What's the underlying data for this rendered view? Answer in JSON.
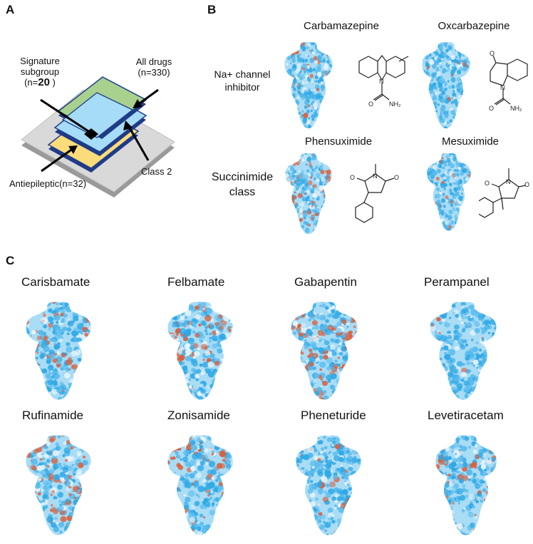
{
  "panels": {
    "a": {
      "letter": "A",
      "signature_line1": "Signature",
      "signature_line2": "subgroup",
      "signature_n_prefix": "(n=",
      "signature_n_value": "20",
      "signature_n_suffix": " )",
      "all_drugs_line1": "All drugs",
      "all_drugs_line2": "(n=330)",
      "antiepileptic": "Antiepileptic(n=32)",
      "class2": "Class 2"
    },
    "b": {
      "letter": "B",
      "rows": [
        {
          "label_line1": "Na+ channel",
          "label_line2": "inhibitor",
          "drugs": [
            {
              "name": "Carbamazepine"
            },
            {
              "name": "Oxcarbazepine"
            }
          ]
        },
        {
          "label_line1": "Succinimide",
          "label_line2": "class",
          "drugs": [
            {
              "name": "Phensuximide"
            },
            {
              "name": "Mesuximide"
            }
          ]
        }
      ],
      "chem_labels": {
        "N": "N",
        "O": "O",
        "NH2": "NH₂"
      }
    },
    "c": {
      "letter": "C",
      "drugs": [
        {
          "name": "Carisbamate"
        },
        {
          "name": "Felbamate"
        },
        {
          "name": "Gabapentin"
        },
        {
          "name": "Perampanel"
        },
        {
          "name": "Rufinamide"
        },
        {
          "name": "Zonisamide"
        },
        {
          "name": "Pheneturide"
        },
        {
          "name": "Levetiracetam"
        }
      ]
    }
  },
  "colors": {
    "blue": "#2fa8e6",
    "light_blue": "#a9dcf5",
    "red": "#d9603e",
    "green": "#a9d18e",
    "cyan": "#a6dcf7",
    "yellow": "#fbdc7a",
    "gray": "#d9d9d9",
    "navy": "#1f3c88"
  }
}
